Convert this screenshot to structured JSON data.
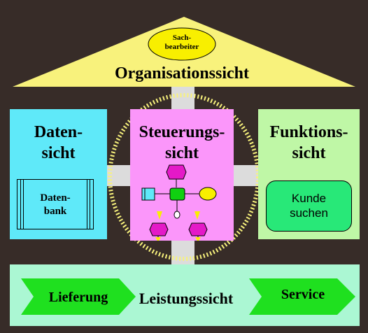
{
  "roof": {
    "title": "Organisationssicht",
    "role_line1": "Sach-",
    "role_line2": "bearbeiter"
  },
  "daten": {
    "title_line1": "Daten-",
    "title_line2": "sicht",
    "store_line1": "Daten-",
    "store_line2": "bank"
  },
  "steuerung": {
    "title_line1": "Steuerungs-",
    "title_line2": "sicht"
  },
  "funktion": {
    "title_line1": "Funktions-",
    "title_line2": "sicht",
    "box_line1": "Kunde",
    "box_line2": "suchen"
  },
  "leistung": {
    "title": "Leistungssicht",
    "left_arrow": "Lieferung",
    "right_arrow": "Service"
  },
  "colors": {
    "background": "#372c28",
    "roof": "#f8f27c",
    "daten": "#5fe9f9",
    "steuerung": "#fb96fa",
    "funktion": "#bff7a6",
    "leistung": "#abf7d3",
    "arrow": "#1fe01f",
    "event": "#e419c8",
    "function": "#10d010",
    "org_unit": "#f8ef00",
    "connector": "#dcdcdc"
  }
}
